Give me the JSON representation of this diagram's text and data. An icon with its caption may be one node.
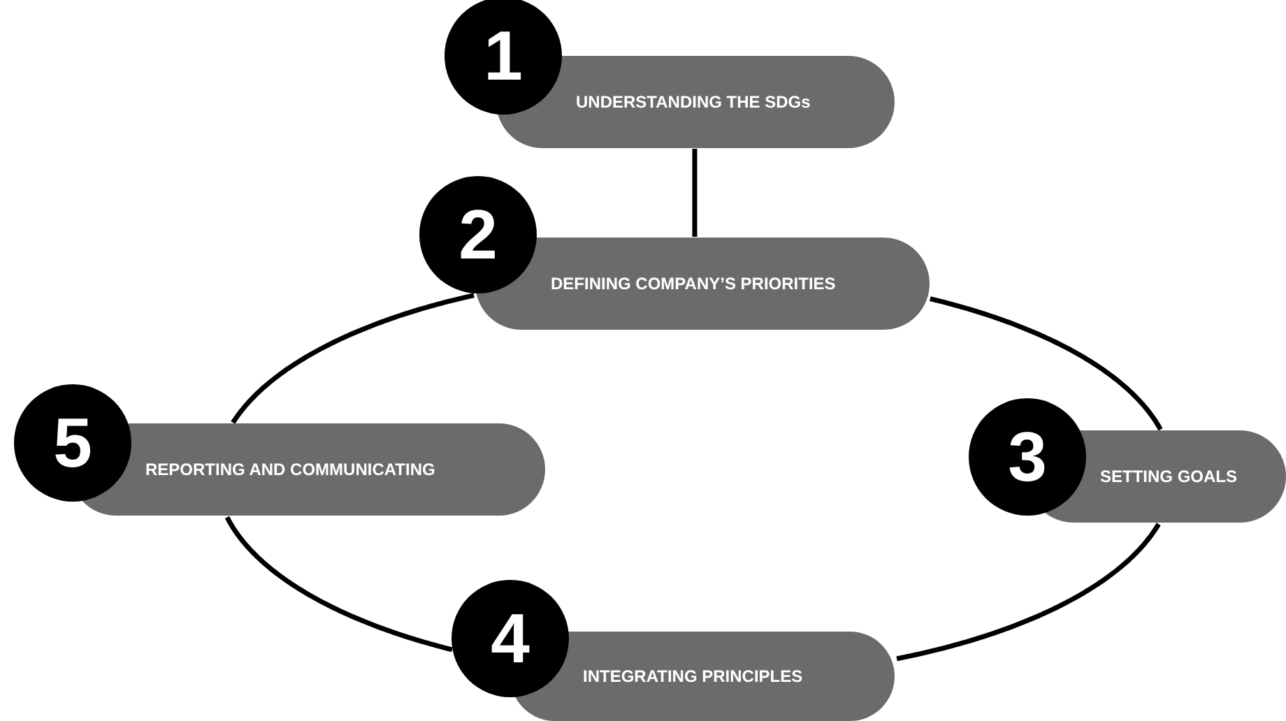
{
  "diagram": {
    "nodes": [
      {
        "text": [
          "1",
          "UNDERSTANDING THE SDGs"
        ]
      },
      {
        "text": [
          "2",
          "DEFINING COMPANY’S PRIORITIES"
        ]
      },
      {
        "text": [
          "3",
          "SETTING GOALS"
        ]
      },
      {
        "text": [
          "4",
          "INTEGRATING PRINCIPLES"
        ]
      },
      {
        "text": [
          "5",
          "REPORTING AND COMMUNICATING"
        ]
      }
    ],
    "edges": [
      {
        "from": 0,
        "to": 1,
        "arrow": "none"
      },
      {
        "from": 1,
        "to": 2,
        "arrow": "none"
      },
      {
        "from": 2,
        "to": 3,
        "arrow": "none"
      },
      {
        "from": 3,
        "to": 4,
        "arrow": "none"
      },
      {
        "from": 4,
        "to": 1,
        "arrow": "none"
      }
    ]
  }
}
